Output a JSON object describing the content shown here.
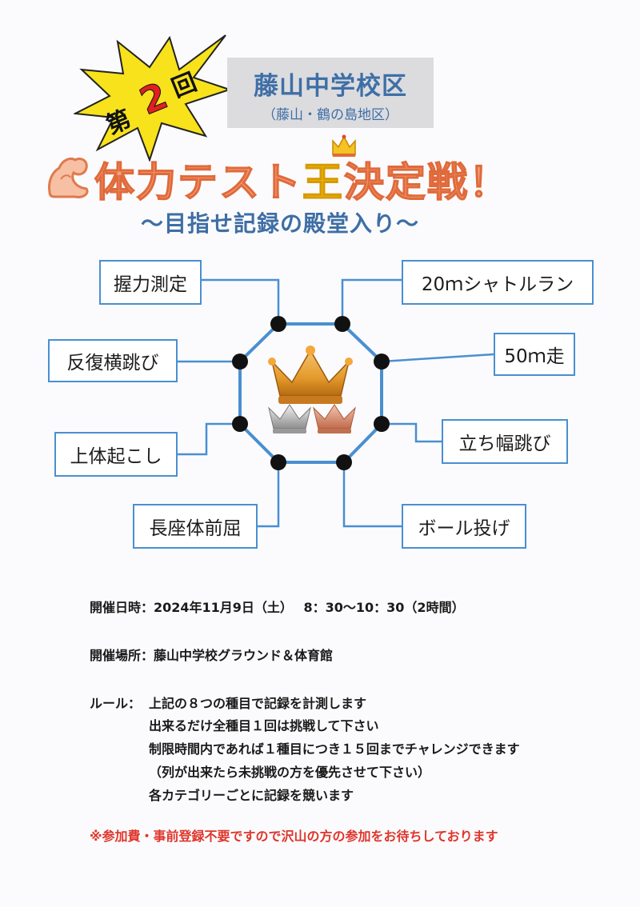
{
  "header": {
    "edition_prefix": "第",
    "edition_number": "2",
    "edition_suffix": "回",
    "district_name": "藤山中学校区",
    "district_sub": "（藤山・鶴の島地区）"
  },
  "title": {
    "part1": "体力テスト",
    "part2": "王",
    "part3": "決定戦！",
    "subtitle": "～目指せ記録の殿堂入り～"
  },
  "events": {
    "grip": "握力測定",
    "shuttle": "20ｍシャトルラン",
    "side_step": "反復横跳び",
    "dash": "50ｍ走",
    "sit_up": "上体起こし",
    "long_jump": "立ち幅跳び",
    "sit_reach": "長座体前屈",
    "ball_throw": "ボール投げ"
  },
  "info": {
    "date": "開催日時：2024年11月9日（土）　 8：30～10：30（2時間）",
    "venue": "開催場所：藤山中学校グラウンド＆体育館",
    "rules_label": "ルール：",
    "rules": [
      "上記の８つの種目で記録を計測します",
      "出来るだけ全種目１回は挑戦して下さい",
      "制限時間内であれば１種目につき１５回までチャレンジできます",
      "（列が出来たら未挑戦の方を優先させて下さい）",
      "各カテゴリーごとに記録を競います"
    ],
    "notice": "※参加費・事前登録不要ですので沢山の方の参加をお待ちしております"
  },
  "colors": {
    "accent_blue": "#4a8fd0",
    "title_orange": "#f2a27c",
    "burst_yellow": "#f7e21c",
    "notice_red": "#e0352b"
  },
  "icons": [
    "starburst-icon",
    "flexed-arm-icon",
    "gold-crown-icon",
    "silver-crown-icon",
    "bronze-crown-icon"
  ]
}
